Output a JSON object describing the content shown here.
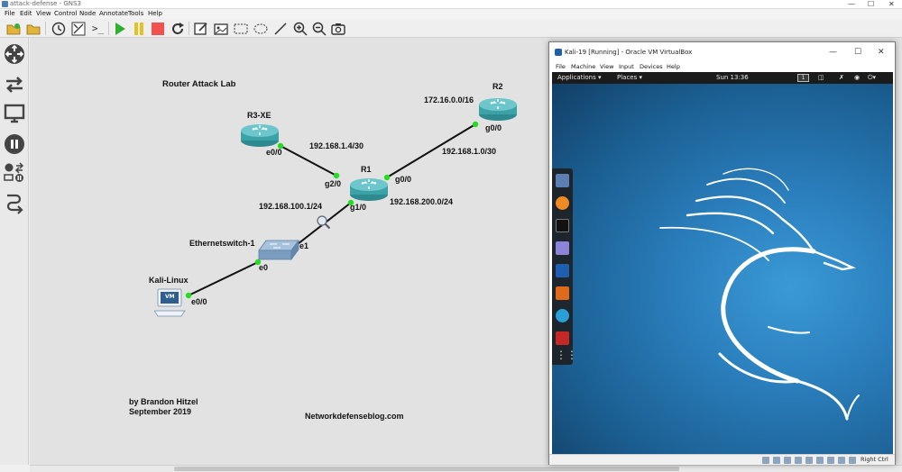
{
  "window": {
    "title": "attack-defense - GNS3"
  },
  "menubar": {
    "items": [
      "File",
      "Edit",
      "View",
      "Control",
      "Node",
      "Annotate",
      "Tools",
      "Help"
    ]
  },
  "toolbar": {
    "icons": [
      "new-project-icon",
      "open-project-icon",
      "snapshot-clock-icon",
      "show-interface-labels-icon",
      "console-all-icon",
      "start-all-icon",
      "suspend-all-icon",
      "stop-all-icon",
      "reload-all-icon",
      "add-note-icon",
      "insert-picture-icon",
      "draw-rectangle-icon",
      "draw-ellipse-icon",
      "draw-line-icon",
      "zoom-in-icon",
      "zoom-out-icon",
      "screenshot-icon"
    ],
    "console_label": ">_"
  },
  "dock": {
    "icons": [
      "routers-icon",
      "switches-icon",
      "end-devices-icon",
      "security-devices-icon",
      "all-devices-icon",
      "add-link-icon"
    ]
  },
  "topology": {
    "title": "Router Attack Lab",
    "credit_line1": "by Brandon Hitzel",
    "credit_line2": "September 2019",
    "website": "Networkdefenseblog.com",
    "nodes": {
      "r1": "R1",
      "r2": "R2",
      "r3": "R3-XE",
      "switch": "Ethernetswitch-1",
      "kali": "Kali-Linux"
    },
    "kali_screen_text": "VM",
    "ports": {
      "r3_e00": "e0/0",
      "r1_g20": "g2/0",
      "r1_g00": "g0/0",
      "r1_g10": "g1/0",
      "r2_g00": "g0/0",
      "sw_e1": "e1",
      "sw_e0": "e0",
      "kali_e00": "e0/0"
    },
    "subnets": {
      "r1_r3": "192.168.1.4/30",
      "r1_r2": "192.168.1.0/30",
      "r2_lan": "172.16.0.0/16",
      "r1_g10": "192.168.100.1/24",
      "r1_g00_lan": "192.168.200.0/24"
    },
    "link_color": "#111111",
    "port_up_color": "#22dd22"
  },
  "virtualbox": {
    "title": "Kali-19 [Running] - Oracle VM VirtualBox",
    "menu": [
      "File",
      "Machine",
      "View",
      "Input",
      "Devices",
      "Help"
    ],
    "gnome": {
      "applications": "Applications ▾",
      "places": "Places ▾",
      "clock": "Sun 13:36",
      "workspace": "1"
    },
    "status": {
      "host_key": "Right Ctrl"
    },
    "dock_icons": [
      "files-icon",
      "firefox-icon",
      "terminal-icon",
      "notes-icon",
      "metasploit-icon",
      "burpsuite-icon",
      "zenmap-icon",
      "cherrytree-icon",
      "show-apps-icon"
    ]
  }
}
